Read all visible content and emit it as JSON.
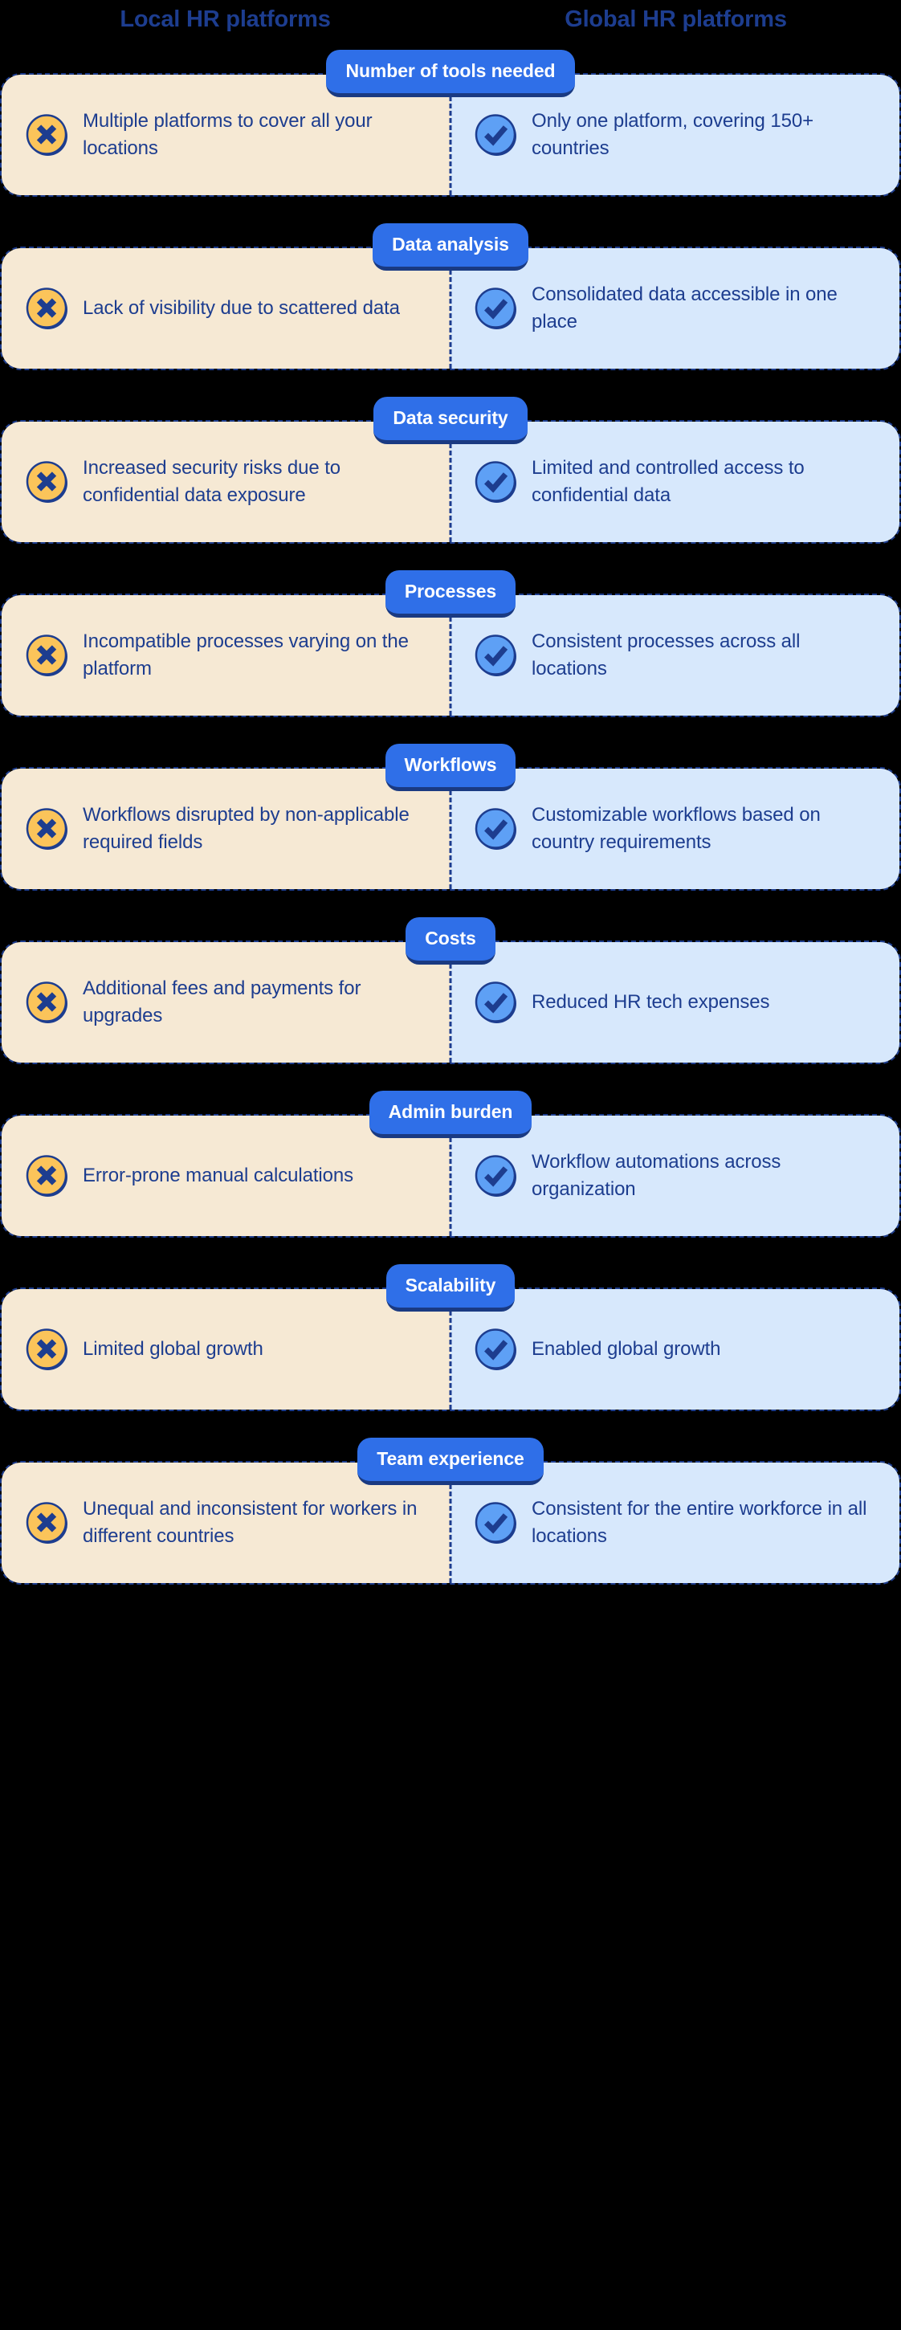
{
  "colors": {
    "background": "#000000",
    "navy": "#1d3d8f",
    "badge_blue": "#2f6fe8",
    "badge_shadow": "#1a3a82",
    "negative_pane": "#f6e9d4",
    "positive_pane": "#d7e8fc",
    "x_icon_fill": "#fbc45a",
    "check_icon_fill": "#5ea0f5"
  },
  "headers": {
    "left": "Local HR platforms",
    "right": "Global HR platforms"
  },
  "icons": {
    "negative": "x-circle-icon",
    "positive": "check-circle-icon"
  },
  "rows": [
    {
      "badge": "Number of tools needed",
      "negative": "Multiple platforms to cover all your locations",
      "positive": "Only one platform, covering 150+ countries"
    },
    {
      "badge": "Data analysis",
      "negative": "Lack of visibility due to scattered data",
      "positive": "Consolidated data accessible in one place"
    },
    {
      "badge": "Data security",
      "negative": "Increased security risks due to confidential data exposure",
      "positive": "Limited and controlled access to confidential data"
    },
    {
      "badge": "Processes",
      "negative": "Incompatible processes varying on the platform",
      "positive": "Consistent processes across all locations"
    },
    {
      "badge": "Workflows",
      "negative": "Workflows disrupted by non-applicable required fields",
      "positive": "Customizable workflows based on country requirements"
    },
    {
      "badge": "Costs",
      "negative": "Additional fees and payments for upgrades",
      "positive": "Reduced HR tech expenses"
    },
    {
      "badge": "Admin burden",
      "negative": "Error-prone manual calculations",
      "positive": "Workflow automations across organization"
    },
    {
      "badge": "Scalability",
      "negative": "Limited global growth",
      "positive": "Enabled global growth"
    },
    {
      "badge": "Team experience",
      "negative": "Unequal and inconsistent for workers in different countries",
      "positive": "Consistent for the entire workforce in all locations"
    }
  ]
}
